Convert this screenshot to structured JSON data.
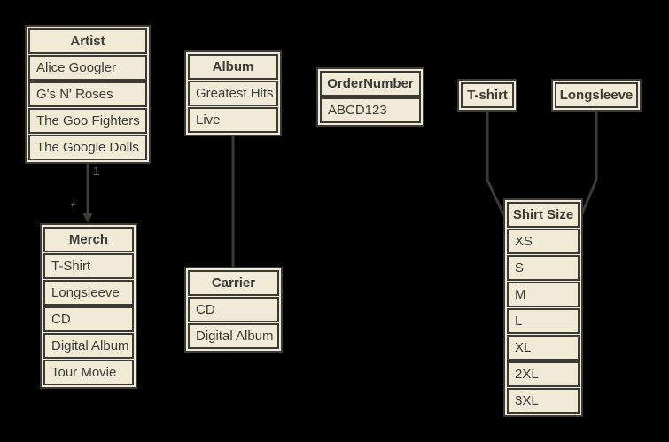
{
  "diagram": {
    "colors": {
      "background": "#000000",
      "box_fill": "#f0ead7",
      "line": "#3b3a35",
      "text": "#3b3a35",
      "edge_label": "#6f6e68"
    },
    "tables": [
      {
        "id": "artist",
        "title": "Artist",
        "rows": [
          "Alice Googler",
          "G's N' Roses",
          "The Goo Fighters",
          "The Google Dolls"
        ]
      },
      {
        "id": "album",
        "title": "Album",
        "rows": [
          "Greatest Hits",
          "Live"
        ]
      },
      {
        "id": "ordernumber",
        "title": "OrderNumber",
        "rows": [
          "ABCD123"
        ]
      },
      {
        "id": "tshirt",
        "title": "T-shirt",
        "rows": []
      },
      {
        "id": "longsleeve",
        "title": "Longsleeve",
        "rows": []
      },
      {
        "id": "merch",
        "title": "Merch",
        "rows": [
          "T-Shirt",
          "Longsleeve",
          "CD",
          "Digital Album",
          "Tour Movie"
        ]
      },
      {
        "id": "carrier",
        "title": "Carrier",
        "rows": [
          "CD",
          "Digital Album"
        ]
      },
      {
        "id": "shirtsize",
        "title": "Shirt Size",
        "rows": [
          "XS",
          "S",
          "M",
          "L",
          "XL",
          "2XL",
          "3XL"
        ]
      }
    ],
    "edges": [
      {
        "name": "artist-to-merch",
        "source_label": "1",
        "target_label": "*",
        "arrowhead": "target"
      },
      {
        "name": "album-to-carrier",
        "arrowhead": "none"
      },
      {
        "name": "tshirt-to-shirtsize",
        "arrowhead": "none"
      },
      {
        "name": "longsleeve-to-shirtsize",
        "arrowhead": "none"
      }
    ]
  }
}
